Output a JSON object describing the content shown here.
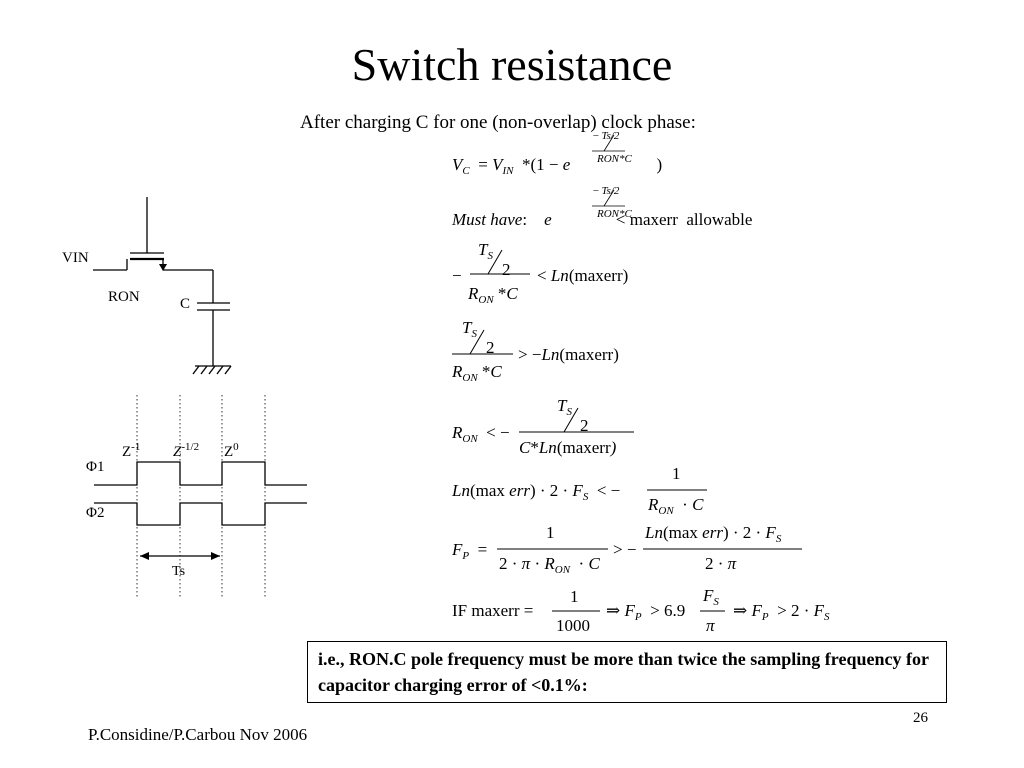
{
  "slide": {
    "title": "Switch resistance",
    "intro": "After charging C for one (non-overlap) clock phase:",
    "note": "i.e., RON.C pole frequency must be more than twice the sampling frequency for capacitor charging error of <0.1%:",
    "footer": "P.Considine/P.Carbou Nov 2006",
    "page_number": "26"
  },
  "circuit": {
    "vin_label": "VIN",
    "ron_label": "RON",
    "c_label": "C"
  },
  "timing": {
    "z_labels": [
      "Z",
      "Z",
      "Z"
    ],
    "z_exponents": [
      "-1",
      "-1/2",
      "0"
    ],
    "phi1_label": "Φ1",
    "phi2_label": "Φ2",
    "ts_label": "Ts"
  },
  "equations": {
    "maxerr": "maxerr",
    "allowable": "allowable",
    "must_have": "Must have",
    "ln": "Ln",
    "if_maxerr": "IF maxerr",
    "one": "1",
    "two": "2",
    "thousand": "1000",
    "six_nine": "6.9",
    "ts_over_2": "Ts/2",
    "ron_c": "RON*C"
  }
}
